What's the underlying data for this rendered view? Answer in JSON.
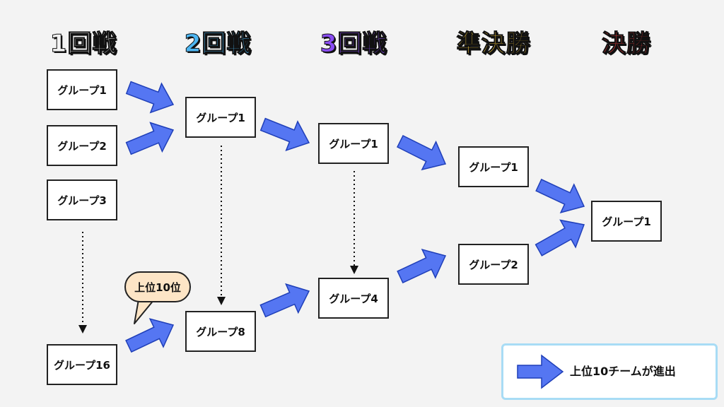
{
  "rounds": [
    {
      "title": "1回戦",
      "color": "#f2f2f2"
    },
    {
      "title": "2回戦",
      "color": "#4db6f2"
    },
    {
      "title": "3回戦",
      "color": "#8a4df2"
    },
    {
      "title": "準決勝",
      "color": "#ffd23f"
    },
    {
      "title": "決勝",
      "color": "#f23d3d"
    }
  ],
  "round1": {
    "g1": "グループ1",
    "g2": "グループ2",
    "g3": "グループ3",
    "g16": "グループ16"
  },
  "round2": {
    "g1": "グループ1",
    "g8": "グループ8"
  },
  "round3": {
    "g1": "グループ1",
    "g4": "グループ4"
  },
  "semifinal": {
    "g1": "グループ1",
    "g2": "グループ2"
  },
  "final": {
    "g1": "グループ1"
  },
  "callout": "上位10位",
  "legend": {
    "label": "上位10チームが進出"
  },
  "colors": {
    "arrow": "#5576f2",
    "box_border": "#222222",
    "bubble": "#fde5c6",
    "legend_border": "#a8dcf5"
  }
}
